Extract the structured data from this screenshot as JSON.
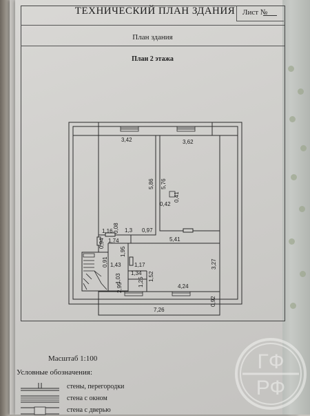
{
  "document": {
    "title": "ТЕХНИЧЕСКИЙ ПЛАН ЗДАНИЯ",
    "sheet_number": "Лист №",
    "subtitle": "План здания",
    "floor_title": "План 2 этажа"
  },
  "dimensions": {
    "room1_width": "3,42",
    "room2_width": "3,62",
    "room1_height": "5,86",
    "room2_height": "5,76",
    "small_a": "0,42",
    "small_b": "0,41",
    "d_116": "1,16",
    "d_008": "0,08",
    "d_13": "1,3",
    "d_097": "0,97",
    "d_174": "1,74",
    "d_094": "0,94",
    "d_541": "5,41",
    "d_195": "1,95",
    "d_091": "0,91",
    "d_143": "1,43",
    "d_117": "1,17",
    "d_103": "1,03",
    "d_134": "1,34",
    "d_125": "1,25",
    "d_152": "1,52",
    "d_295": "2,95",
    "d_327": "3,27",
    "d_424": "4,24",
    "d_726": "7,26",
    "d_092": "0,92"
  },
  "scale_text": "Масштаб 1:100",
  "legend": {
    "title": "Условные обозначения:",
    "items": [
      {
        "label": "стены, перегородки"
      },
      {
        "label": "стена с окном"
      },
      {
        "label": "стена с дверью"
      }
    ]
  },
  "stamp": {
    "letters_top": "ГФ",
    "letters_bottom": "РФ"
  }
}
